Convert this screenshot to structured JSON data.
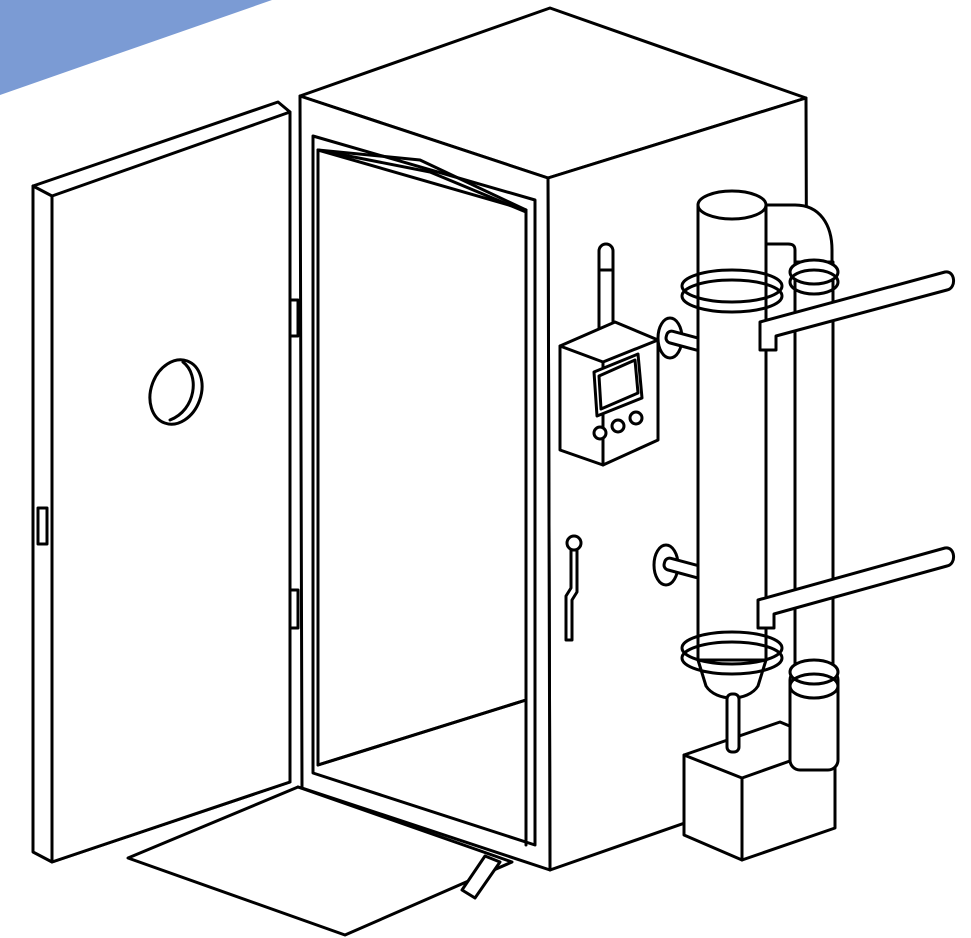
{
  "colors": {
    "corner_banner": "#7b9bd4",
    "line": "#000000",
    "fill": "#ffffff"
  },
  "icons": [
    "cabinet-body",
    "open-door",
    "door-handle",
    "door-hinge",
    "control-panel",
    "antenna",
    "display-screen",
    "control-knob",
    "cabinet-latch",
    "vertical-column",
    "column-clamp-ring",
    "wall-mount-flange",
    "side-bracket-arm",
    "exhaust-pipe",
    "base-box",
    "floor-ramp-plate"
  ]
}
